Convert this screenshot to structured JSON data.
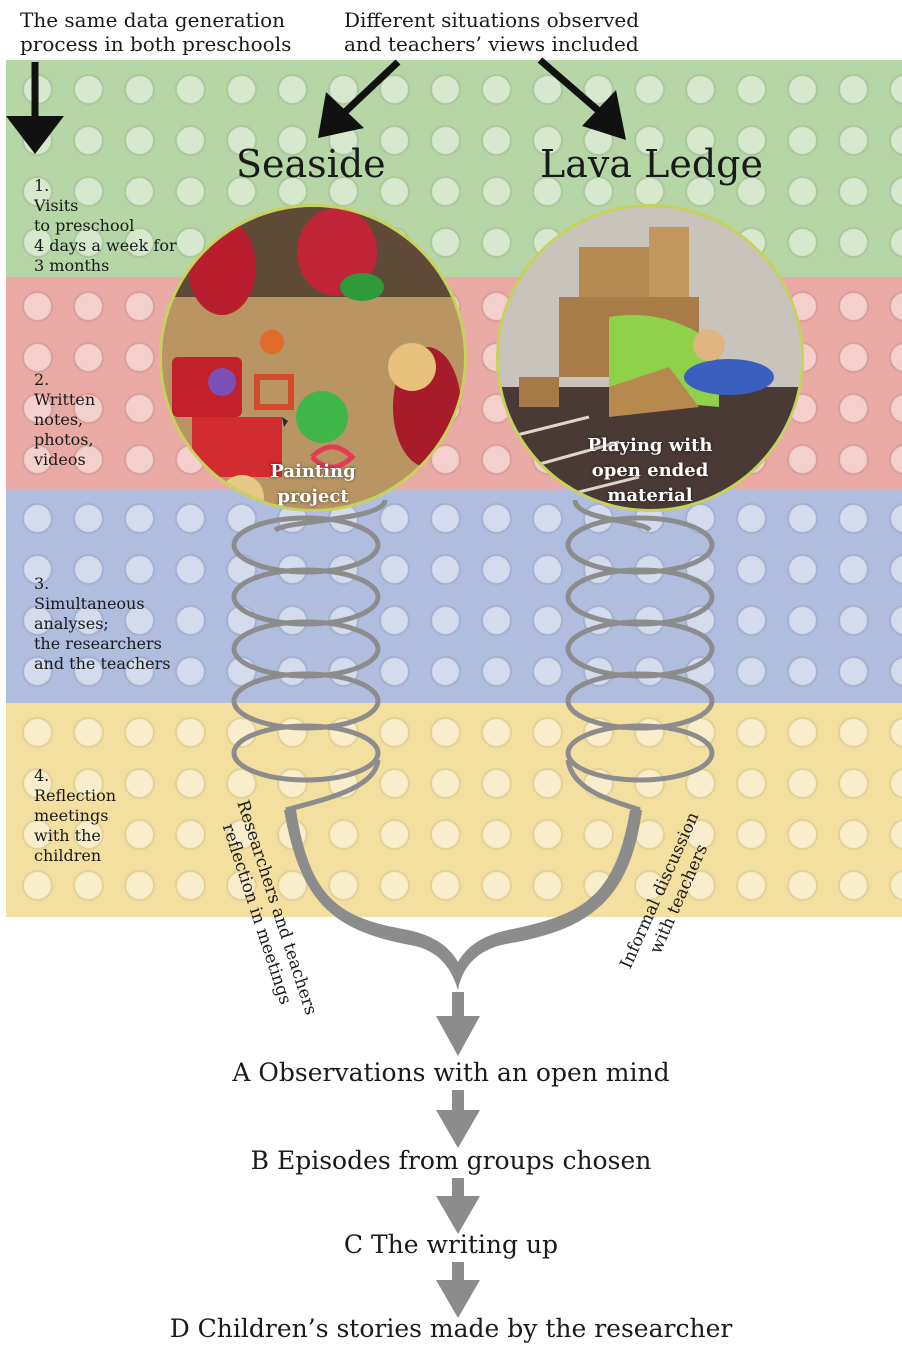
{
  "notes": {
    "left": "The same data generation\nprocess in both preschools",
    "right": "Different situations observed\nand teachers’ views included"
  },
  "steps": [
    "1.\nVisits\nto preschool\n4 days a week for\n3 months",
    "2.\nWritten\nnotes,\nphotos,\nvideos",
    "3.\nSimultaneous\nanalyses;\nthe researchers\nand the teachers",
    "4.\nReflection\nmeetings\nwith the\nchildren"
  ],
  "preschools": {
    "left": {
      "name": "Seaside",
      "caption": "Painting\nproject"
    },
    "right": {
      "name": "Lava Ledge",
      "caption": "Playing with\nopen ended\nmaterial"
    }
  },
  "side_labels": {
    "left": "Researchers and teachers\nreflection in meetings",
    "right": "Informal discussion\nwith teachers"
  },
  "phases": [
    "A Observations with an open mind",
    "B Episodes from groups chosen",
    "C The writing up",
    "D Children’s stories made by the researcher"
  ],
  "colors": {
    "band_green": "#b7d6a6",
    "band_red": "#e9aaa6",
    "band_blue": "#b1bddf",
    "band_yellow": "#f3e0a0",
    "flow_gray": "#8c8c8c",
    "photo_border": "#c7d25a"
  }
}
